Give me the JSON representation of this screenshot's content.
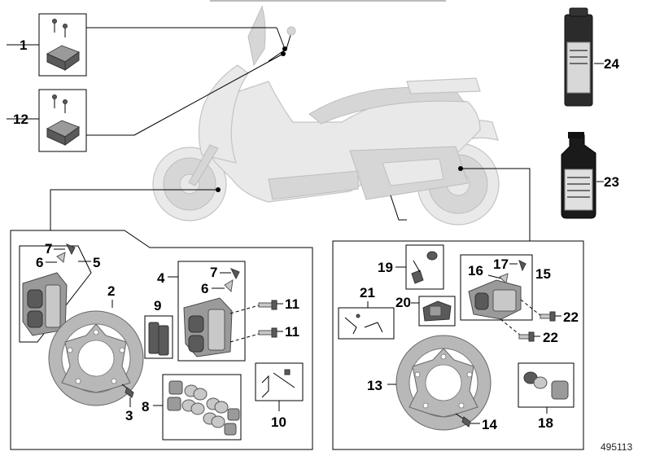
{
  "diagram": {
    "drawing_code": "495113",
    "callouts": {
      "c1": "1",
      "c12": "12",
      "c24": "24",
      "c23": "23",
      "c7a": "7",
      "c6a": "6",
      "c5": "5",
      "c2": "2",
      "c3": "3",
      "c4": "4",
      "c7b": "7",
      "c6b": "6",
      "c9": "9",
      "c8": "8",
      "c11a": "11",
      "c11b": "11",
      "c10": "10",
      "c19": "19",
      "c21": "21",
      "c20": "20",
      "c16": "16",
      "c17": "17",
      "c15": "15",
      "c22a": "22",
      "c22b": "22",
      "c13": "13",
      "c14": "14",
      "c18": "18"
    }
  }
}
